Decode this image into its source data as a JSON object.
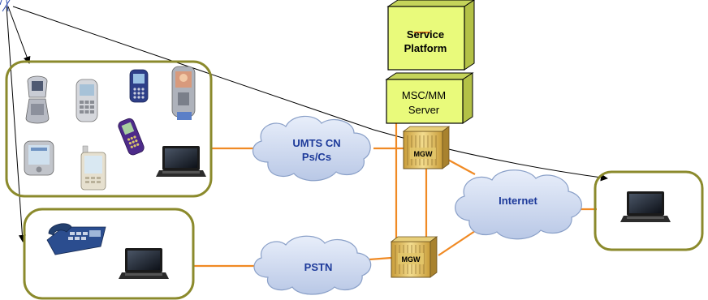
{
  "nodes": {
    "service_platform": {
      "line1": "Service",
      "line2": "Platform"
    },
    "msc_server": {
      "line1": "MSC/MM",
      "line2": "Server"
    },
    "mgw_top": {
      "label": "MGW"
    },
    "mgw_bottom": {
      "label": "MGW"
    },
    "umts_cloud": {
      "line1": "UMTS CN",
      "line2": "Ps/Cs"
    },
    "internet_cloud": {
      "label": "Internet"
    },
    "pstn_cloud": {
      "label": "PSTN"
    }
  },
  "icons": {
    "mobile_devices": [
      "flip-phone-icon",
      "candybar-phone-icon",
      "smartphone-icon",
      "video-phone-icon",
      "pda-icon",
      "pocket-pc-icon",
      "purple-phone-icon",
      "laptop-icon"
    ],
    "fixed_devices": [
      "desk-phone-icon",
      "laptop-icon"
    ],
    "remote_devices": [
      "laptop-icon"
    ]
  },
  "colors": {
    "group_border": "#8b8a2c",
    "link_orange": "#f08a24",
    "cloud_fill": "#cfd9ee",
    "cloud_text": "#1d3a9a",
    "server_fill": "#e9fa7b",
    "mgw_fill": "#e3c76a"
  }
}
